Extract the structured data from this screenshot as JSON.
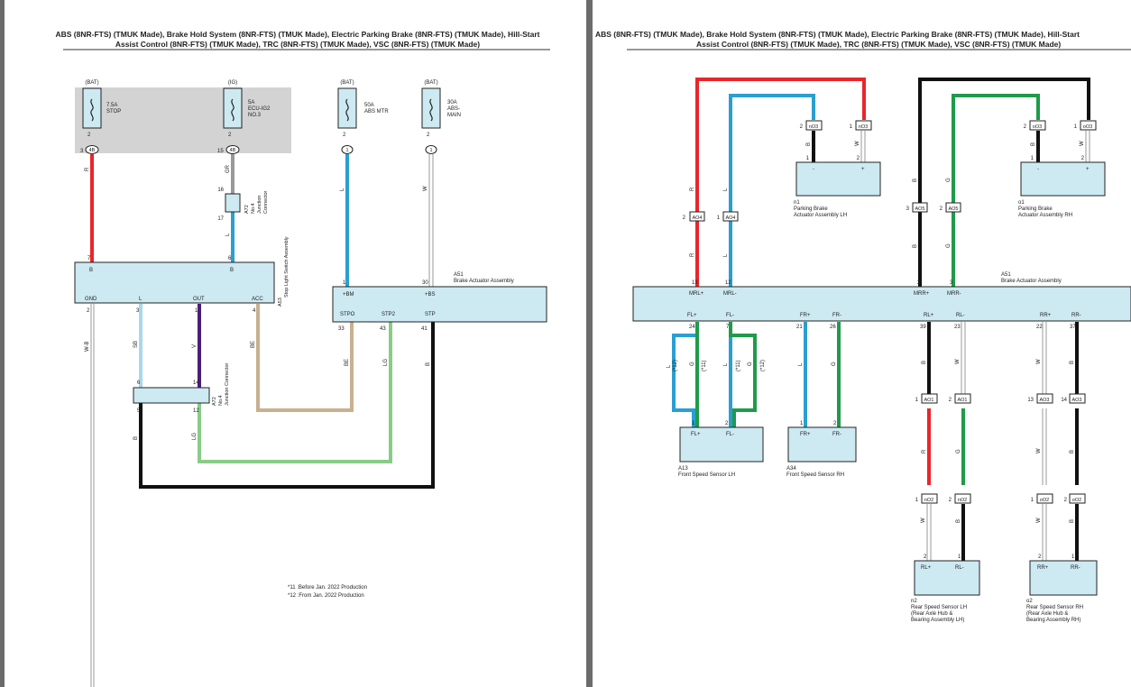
{
  "title_line1": "ABS (8NR-FTS) (TMUK Made), Brake Hold System (8NR-FTS) (TMUK Made), Electric Parking Brake (8NR-FTS) (TMUK Made), Hill-Start",
  "title_line2": "Assist Control (8NR-FTS) (TMUK Made), TRC (8NR-FTS) (TMUK Made), VSC (8NR-FTS) (TMUK Made)",
  "left": {
    "fuses": [
      {
        "source": "(BAT)",
        "rating": "7.5A",
        "name": "STOP",
        "name2": "",
        "pin": "2",
        "conn_pin": "3",
        "conn": "4B"
      },
      {
        "source": "(IG)",
        "rating": "5A",
        "name": "ECU-IG2",
        "name2": "NO.3",
        "pin": "2",
        "conn_pin": "15",
        "conn": "4B"
      },
      {
        "source": "(BAT)",
        "rating": "50A",
        "name": "ABS MTR",
        "name2": "",
        "pin": "2",
        "conn_pin": "",
        "conn": "1"
      },
      {
        "source": "(BAT)",
        "rating": "30A",
        "name": "ABS-",
        "name2": "MAIN",
        "pin": "2",
        "conn_pin": "",
        "conn": "1"
      }
    ],
    "wire_colors": {
      "w1": "R",
      "w2": "GR",
      "w3": "L",
      "w4": "L",
      "w5": "W",
      "w6": "W-B",
      "w7": "SB",
      "w8": "V",
      "w9": "BE",
      "w10": "BE",
      "w11": "LG",
      "w12": "B",
      "w13": "LG",
      "w14": "B"
    },
    "jc_top": {
      "id": "A72",
      "line1": "No.4",
      "line2": "Junction",
      "line3": "Connector",
      "pin_top": "16",
      "pin_bottom": "17"
    },
    "stop_switch": {
      "id": "A53",
      "name": "Stop Light Switch Assembly",
      "pin7": "7",
      "pin6": "6",
      "b1": "B",
      "b2": "B",
      "gnd": "GND",
      "l": "L",
      "out": "OUT",
      "acc": "ACC",
      "p2": "2",
      "p3": "3",
      "p1": "1",
      "p4": "4"
    },
    "jc_mid": {
      "id": "A72",
      "line1": "No.4",
      "line2": "Junction Connector",
      "p6": "6",
      "p14": "14",
      "p5": "5",
      "p12": "12"
    },
    "actuator": {
      "id": "A51",
      "name": "Brake Actuator Assembly",
      "p1": "1",
      "p30": "30",
      "bm": "+BM",
      "bs": "+BS",
      "stpo": "STPO",
      "stp2": "STP2",
      "stp": "STP",
      "p33": "33",
      "p43": "43",
      "p41": "41"
    },
    "notes": [
      "*11 :Before Jan. 2022 Production",
      "*12 :From Jan. 2022 Production"
    ]
  },
  "right": {
    "actuator": {
      "id": "A51",
      "name": "Brake Actuator Assembly",
      "top_pins": [
        "13",
        "12",
        "2",
        "3"
      ],
      "top_labels": [
        "MRL+",
        "MRL-",
        "MRR+",
        "MRR-"
      ],
      "bottom_labels": [
        "FL+",
        "FL-",
        "FR+",
        "FR-",
        "RL+",
        "RL-",
        "RR+",
        "RR-"
      ],
      "bottom_pins": [
        "24",
        "7",
        "21",
        "26",
        "39",
        "23",
        "22",
        "37"
      ]
    },
    "conn_ao4": {
      "name": "AO4",
      "p1": "2",
      "p2": "1"
    },
    "conn_ao5": {
      "name": "AO5",
      "p1": "3",
      "p2": "2"
    },
    "epb_lh": {
      "id": "n1",
      "line1": "Parking Brake",
      "line2": "Actuator Assembly LH",
      "conn": "nO3",
      "p_left": "2",
      "p_right": "1",
      "minus": "-",
      "plus": "+",
      "in1": "1",
      "in2": "2"
    },
    "epb_rh": {
      "id": "o1",
      "line1": "Parking Brake",
      "line2": "Actuator Assembly RH",
      "conn": "oO3",
      "p_left": "2",
      "p_right": "1",
      "minus": "-",
      "plus": "+",
      "in1": "1",
      "in2": "2"
    },
    "wire_colors": {
      "mrl_p": "R",
      "mrl_m": "L",
      "epb_lh_a": "B",
      "epb_lh_b": "W",
      "mrr_p": "B",
      "mrr_m": "G",
      "epb_rh_a": "B",
      "epb_rh_b": "W",
      "fl_a": "L",
      "fl_b": "G",
      "fl_c": "L",
      "fl_d": "G",
      "fl_note1": "(*12)",
      "fl_note2": "(*11)",
      "fl_note3": "(*11)",
      "fl_note4": "(*12)",
      "fr_a": "L",
      "fr_b": "G",
      "rl_a": "B",
      "rl_b": "W",
      "rl_c": "R",
      "rl_d": "G",
      "rl_e": "W",
      "rl_f": "B",
      "rr_a": "W",
      "rr_b": "B",
      "rr_c": "W",
      "rr_d": "B",
      "rr_e": "W",
      "rr_f": "B"
    },
    "fl_sensor": {
      "id": "A13",
      "name": "Front Speed Sensor LH",
      "t1": "FL+",
      "t2": "FL-",
      "p1": "1",
      "p2": "2"
    },
    "fr_sensor": {
      "id": "A34",
      "name": "Front Speed Sensor RH",
      "t1": "FR+",
      "t2": "FR-",
      "p1": "1",
      "p2": "2"
    },
    "ao1": {
      "name": "AO1",
      "p1": "1",
      "p2": "2"
    },
    "ao3": {
      "name": "AO3",
      "p1": "13",
      "p2": "14"
    },
    "no2": {
      "name": "nO2",
      "p1": "1",
      "p2": "2"
    },
    "oo2": {
      "name": "oO2",
      "p1": "1",
      "p2": "2"
    },
    "rl_sensor": {
      "id": "n2",
      "line1": "Rear Speed Sensor LH",
      "line2": "(Rear Axle Hub &",
      "line3": "Bearing Assembly LH)",
      "t1": "RL+",
      "t2": "RL-",
      "p1": "2",
      "p2": "1"
    },
    "rr_sensor": {
      "id": "o2",
      "line1": "Rear Speed Sensor RH",
      "line2": "(Rear Axle Hub &",
      "line3": "Bearing Assembly RH)",
      "t1": "RR+",
      "t2": "RR-",
      "p1": "2",
      "p2": "1"
    }
  },
  "colors": {
    "red": "#e8262b",
    "blue": "#2a9fd0",
    "green": "#1f9b49",
    "lightgreen": "#88cc88",
    "black": "#111111",
    "purple": "#4b1d7a",
    "tan": "#c8b090",
    "lightblue": "#a8d8ea",
    "gray": "#999999",
    "box": "#cde9f2",
    "fusebg": "#d3d3d3"
  }
}
